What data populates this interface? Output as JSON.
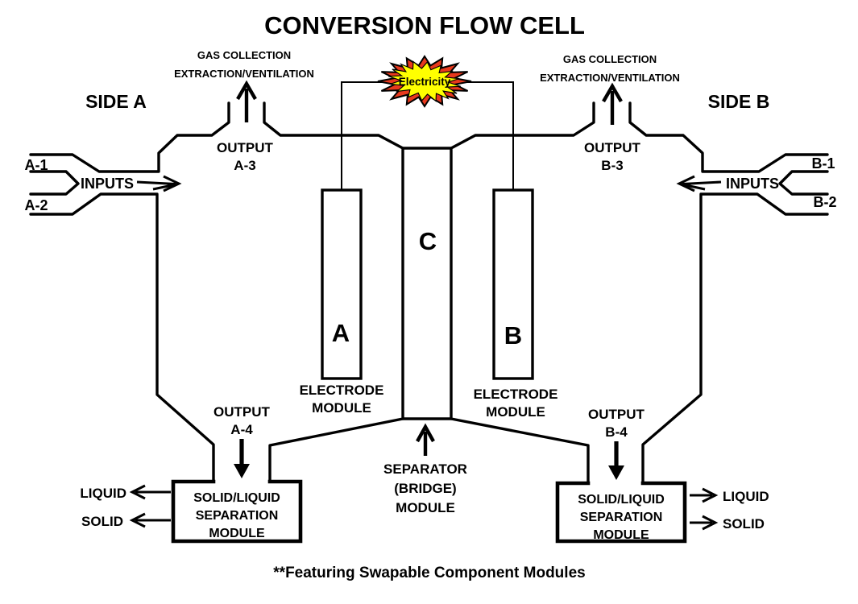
{
  "title": "CONVERSION FLOW CELL",
  "footnote": "**Featuring Swapable Component Modules",
  "colors": {
    "line": "#000000",
    "starburst_outer": "#e8391d",
    "starburst_fill": "#ffff00",
    "footnote": "#6d6d6d"
  },
  "center": {
    "electricity_label": "Electricity",
    "separator_letter": "C",
    "separator_label": [
      "SEPARATOR",
      "(BRIDGE)",
      "MODULE"
    ]
  },
  "side_a": {
    "label": "SIDE A",
    "gas_label": [
      "GAS COLLECTION",
      "EXTRACTION/VENTILATION"
    ],
    "output_top": [
      "OUTPUT",
      "A-3"
    ],
    "inputs_label": "INPUTS",
    "input_1": "A-1",
    "input_2": "A-2",
    "electrode_letter": "A",
    "electrode_label": [
      "ELECTRODE",
      "MODULE"
    ],
    "output_bottom": [
      "OUTPUT",
      "A-4"
    ],
    "separation_module": [
      "SOLID/LIQUID",
      "SEPARATION",
      "MODULE"
    ],
    "liquid_label": "LIQUID",
    "solid_label": "SOLID"
  },
  "side_b": {
    "label": "SIDE B",
    "gas_label": [
      "GAS COLLECTION",
      "EXTRACTION/VENTILATION"
    ],
    "output_top": [
      "OUTPUT",
      "B-3"
    ],
    "inputs_label": "INPUTS",
    "input_1": "B-1",
    "input_2": "B-2",
    "electrode_letter": "B",
    "electrode_label": [
      "ELECTRODE",
      "MODULE"
    ],
    "output_bottom": [
      "OUTPUT",
      "B-4"
    ],
    "separation_module": [
      "SOLID/LIQUID",
      "SEPARATION",
      "MODULE"
    ],
    "liquid_label": "LIQUID",
    "solid_label": "SOLID"
  }
}
